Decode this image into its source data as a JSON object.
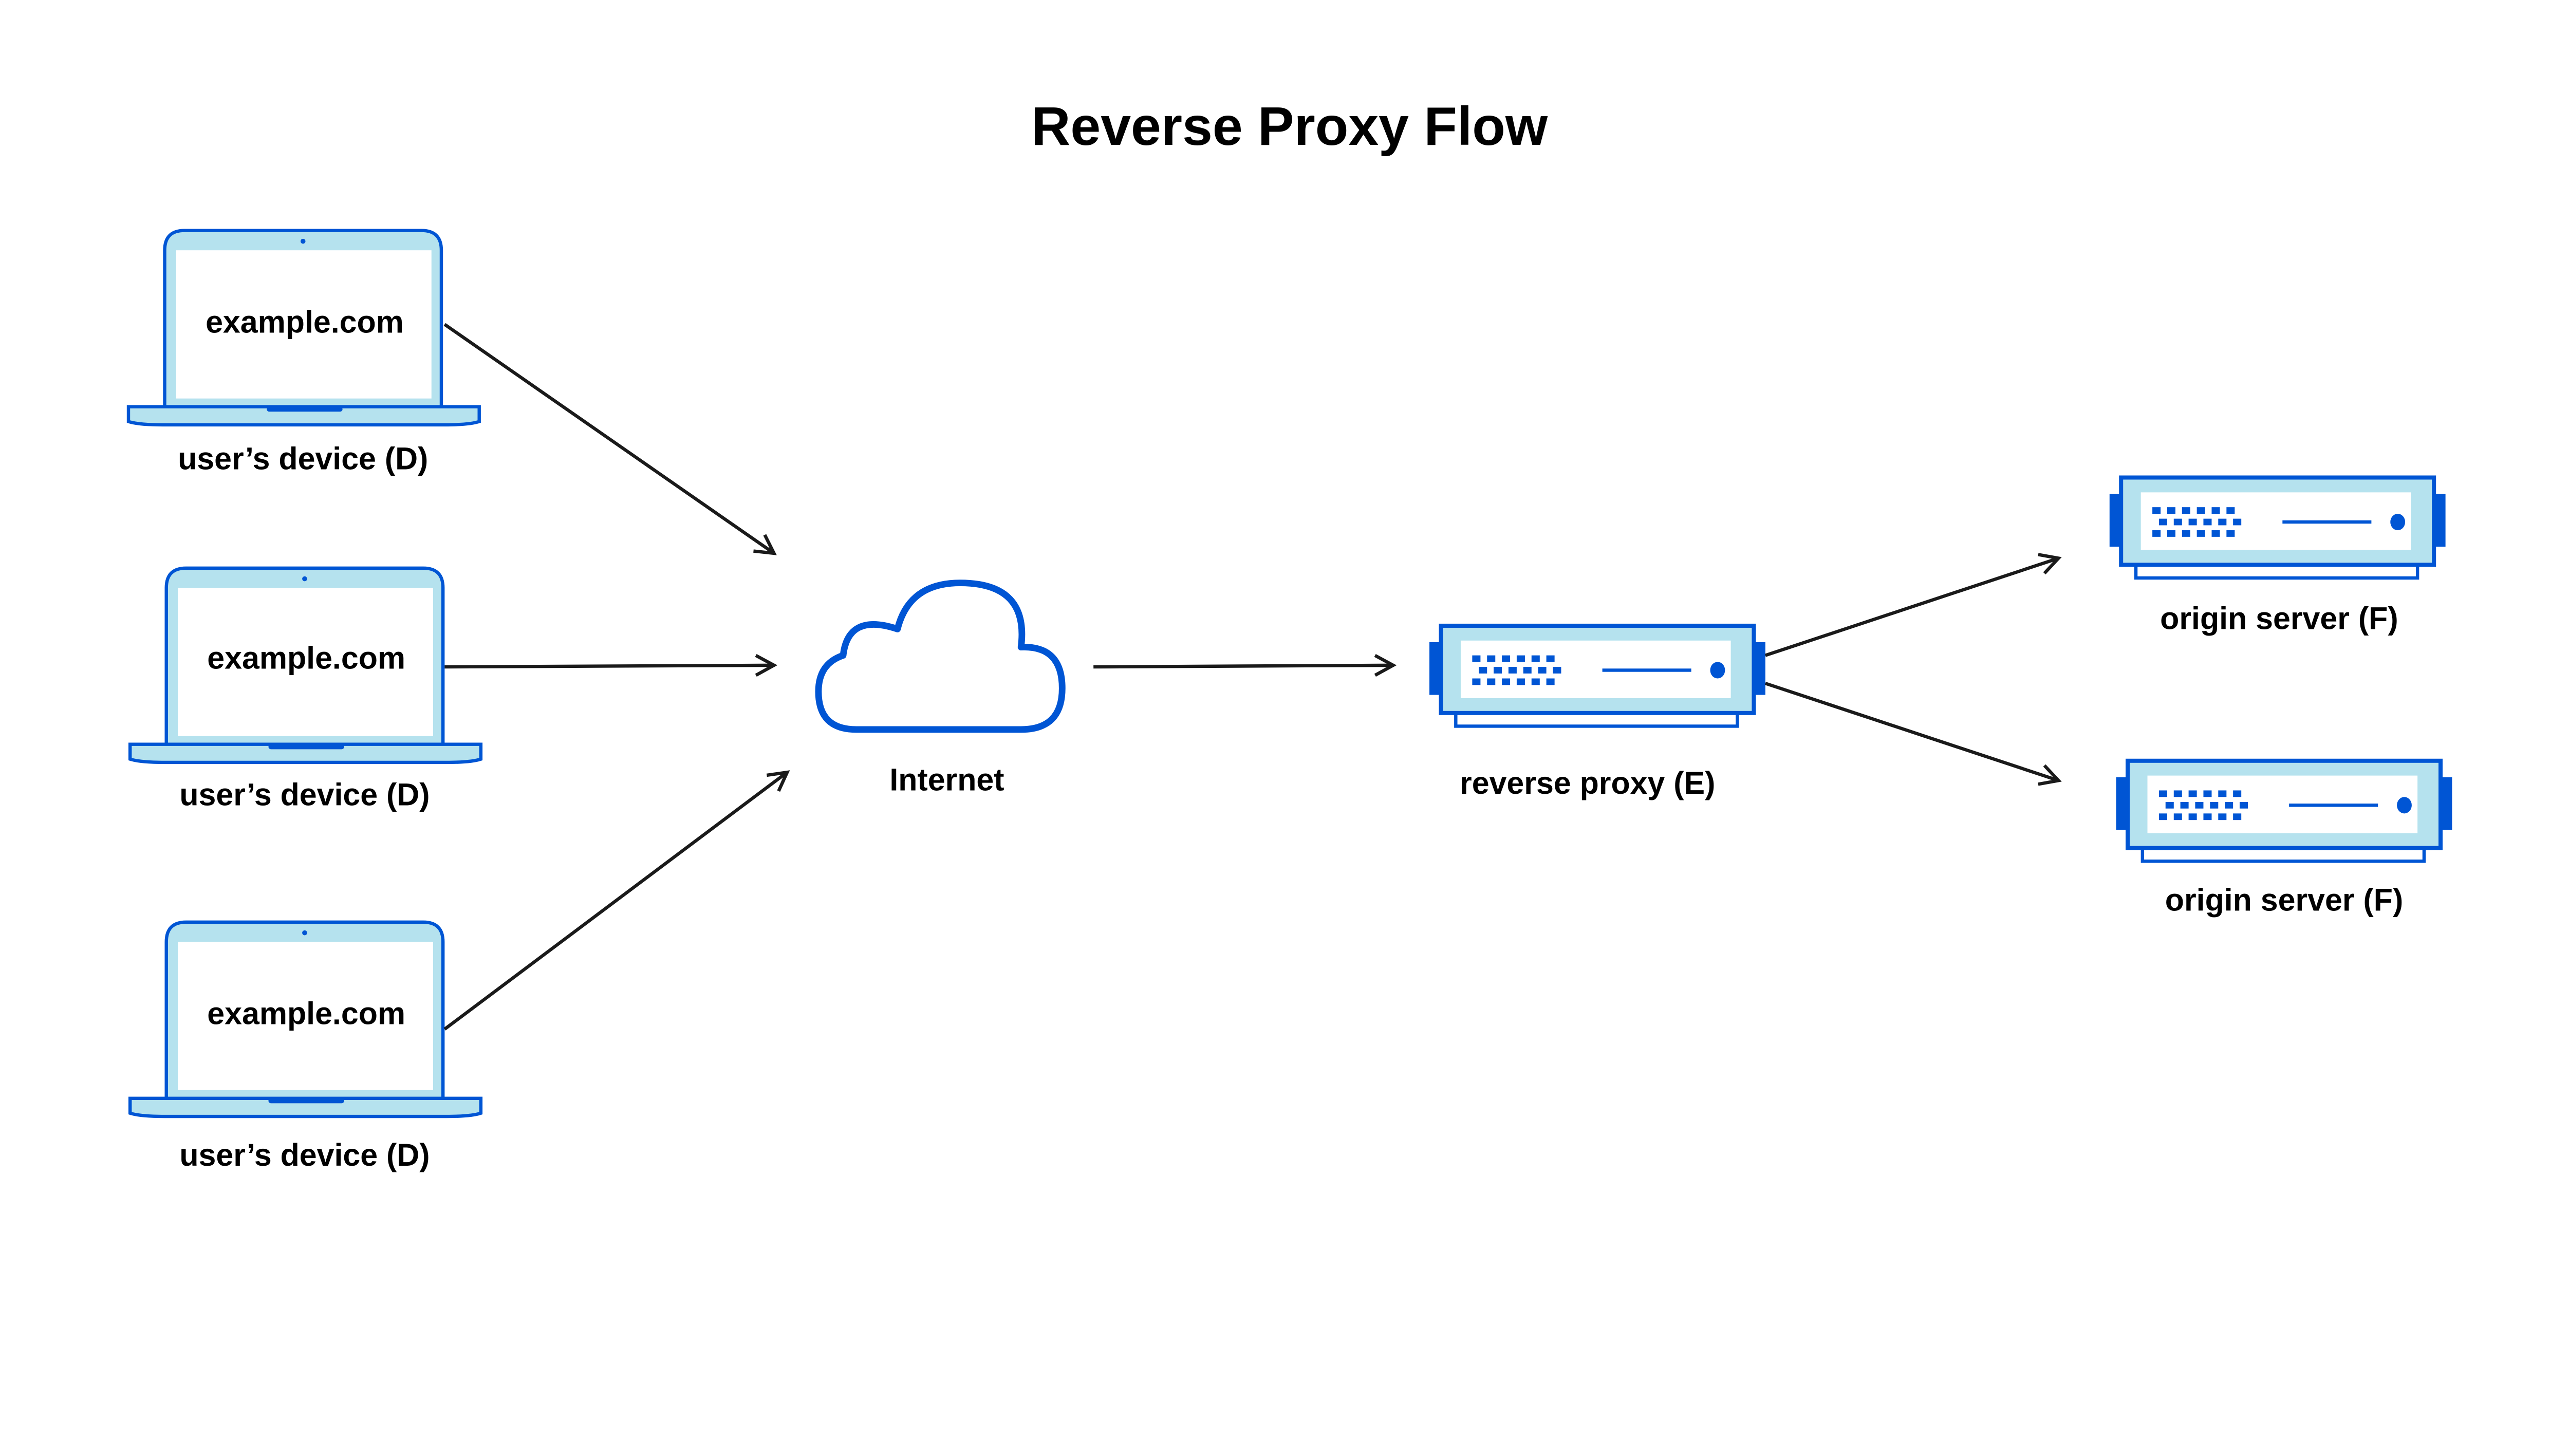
{
  "title": "Reverse Proxy Flow",
  "colors": {
    "outline": "#0055d4",
    "fill_light": "#b5e2ee",
    "arrow": "#1a1a1a",
    "background": "#ffffff"
  },
  "devices": [
    {
      "screen_text": "example.com",
      "label": "user’s device (D)",
      "icon": "laptop-icon"
    },
    {
      "screen_text": "example.com",
      "label": "user’s device (D)",
      "icon": "laptop-icon"
    },
    {
      "screen_text": "example.com",
      "label": "user’s device (D)",
      "icon": "laptop-icon"
    }
  ],
  "internet": {
    "label": "Internet",
    "icon": "cloud-icon"
  },
  "proxy": {
    "label": "reverse proxy (E)",
    "icon": "server-icon"
  },
  "origins": [
    {
      "label": "origin server (F)",
      "icon": "server-icon"
    },
    {
      "label": "origin server (F)",
      "icon": "server-icon"
    }
  ],
  "edges": [
    {
      "from": "device 1",
      "to": "Internet"
    },
    {
      "from": "device 2",
      "to": "Internet"
    },
    {
      "from": "device 3",
      "to": "Internet"
    },
    {
      "from": "Internet",
      "to": "reverse proxy"
    },
    {
      "from": "reverse proxy",
      "to": "origin server 1"
    },
    {
      "from": "reverse proxy",
      "to": "origin server 2"
    }
  ]
}
